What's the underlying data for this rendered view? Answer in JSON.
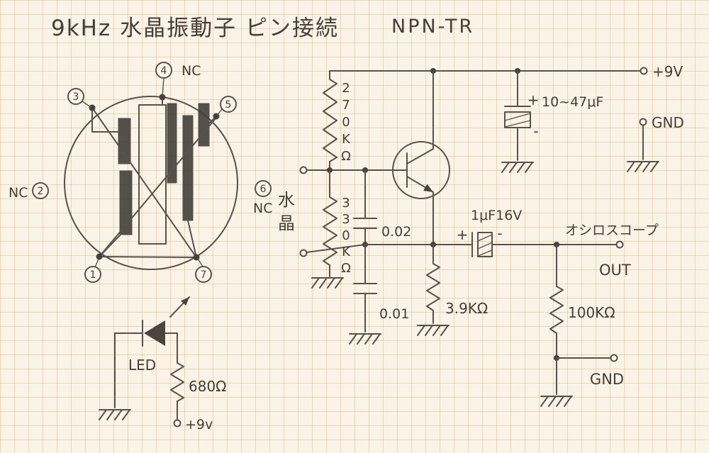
{
  "title": "9kHz 水晶振動子 ピン接続",
  "transistor_type": "NPN-TR",
  "pin_diagram": {
    "pins": {
      "p1": "1",
      "p2": "2",
      "p3": "3",
      "p4": "4",
      "p5": "5",
      "p6": "6",
      "p7": "7"
    },
    "nc2": "NC",
    "nc4": "NC",
    "nc6": "NC"
  },
  "components": {
    "crystal": {
      "chars": [
        "水",
        "晶"
      ]
    },
    "r270": {
      "chars": [
        "2",
        "7",
        "0",
        "K",
        "Ω"
      ]
    },
    "r330": {
      "chars": [
        "3",
        "3",
        "0",
        "K",
        "Ω"
      ]
    },
    "c002": "0.02",
    "c001": "0.01",
    "r39": "3.9KΩ",
    "c1uf": {
      "plus": "+",
      "label": "1μF16V",
      "minus": "-"
    },
    "c1047": {
      "plus": "+",
      "label": "10~47μF",
      "minus": "-"
    },
    "r100k": "100KΩ",
    "r680": "680Ω",
    "led": "LED"
  },
  "terminals": {
    "v9_top": "+9V",
    "gnd_top": "GND",
    "osc": "オシロスコープ",
    "out": "OUT",
    "gnd_out": "GND",
    "v9_led": "+9v"
  }
}
